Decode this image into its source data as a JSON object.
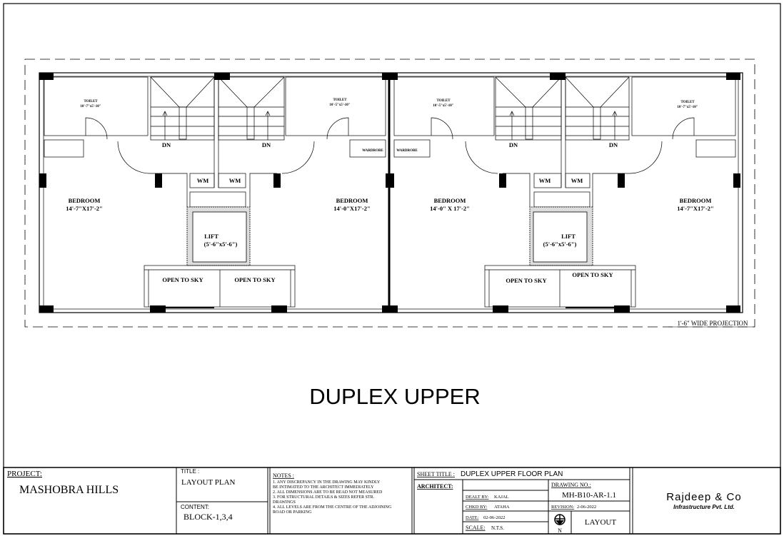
{
  "plan": {
    "toilets": [
      "TOILET",
      "TOILET",
      "TOILET",
      "TOILET"
    ],
    "toilet_sizes": [
      "10'-7\"x5'-10\"",
      "10'-5\"x5'-10\"",
      "10'-5\"x5'-10\"",
      "10'-7\"x5'-10\""
    ],
    "dn": [
      "DN",
      "DN",
      "DN",
      "DN"
    ],
    "wm": [
      "WM",
      "WM",
      "WM",
      "WM"
    ],
    "wardrobes": [
      "WARDROBE",
      "WARDROBE"
    ],
    "bedrooms": [
      "BEDROOM",
      "BEDROOM",
      "BEDROOM",
      "BEDROOM"
    ],
    "bedroom_sizes": [
      "14'-7\"X17'-2\"",
      "14'-0\"X17'-2\"",
      "14'-0\" X 17'-2\"",
      "14'-7\"X17'-2\""
    ],
    "lift": [
      "LIFT",
      "LIFT"
    ],
    "lift_sizes": [
      "(5'-6\"x5'-6\")",
      "(5'-6\"x5'-6\")"
    ],
    "open_to_sky": [
      "OPEN TO SKY",
      "OPEN TO SKY",
      "OPEN TO SKY",
      "OPEN TO SKY"
    ],
    "projection_note": "1'-6\" WIDE PROJECTION"
  },
  "drawing_title": "DUPLEX UPPER",
  "title_block": {
    "project_label": "PROJECT:",
    "project": "MASHOBRA HILLS",
    "title_label": "TITLE :",
    "title": "LAYOUT PLAN",
    "content_label": "CONTENT:",
    "content": "BLOCK-1,3,4",
    "notes_label": "NOTES :",
    "notes": [
      "1. ANY DISCREPANCY IN THE DRAWING MAY KINDLY",
      "BE INTIMATED TO THE ARCHITECT IMMEDIATELY",
      "2. ALL DIMENSIONS ARE TO BE READ NOT MEASURED",
      "3. FOR STRUCTURAL DETAILS & SIZES REFER STR.",
      "DRAWINGS",
      "4. ALL LEVELS ARE FROM THE CENTRE OF THE ADJOINING",
      " ROAD OR PARKING"
    ],
    "sheet_title_label": "SHEET TITLE :",
    "sheet_title": "DUPLEX UPPER FLOOR PLAN",
    "architect_label": "ARCHITECT:",
    "dealt_by_label": "DEALT BY:",
    "dealt_by": "KAJAL",
    "chkd_by_label": "CHKD BY:",
    "chkd_by": "ATAHA",
    "date_label": "DATE:",
    "date": "02-06-2022",
    "scale_label": "SCALE:",
    "scale": "N.T.S.",
    "drawing_no_label": "DRAWING NO.:",
    "drawing_no": "MH-B10-AR-1.1",
    "revision_label": "REVISION:",
    "revision": "2-06-2022",
    "north_label": "N",
    "layout_label": "LAYOUT",
    "company": "Rajdeep & Co",
    "company_sub": "Infrastructure Pvt. Ltd."
  }
}
